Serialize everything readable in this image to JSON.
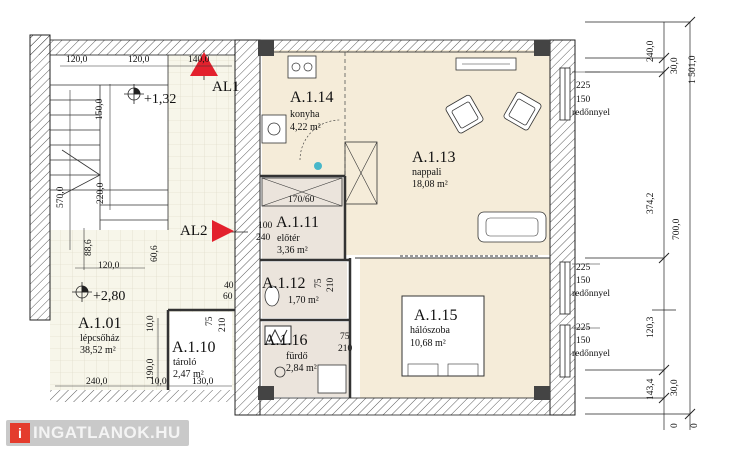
{
  "rooms": [
    {
      "code": "A.1.13",
      "name": "nappali",
      "area": "18,08 m²"
    },
    {
      "code": "A.1.14",
      "name": "konyha",
      "area": "4,22 m²"
    },
    {
      "code": "A.1.11",
      "name": "előtér",
      "area": "3,36 m²"
    },
    {
      "code": "A.1.12",
      "name": "",
      "area": "1,70 m²"
    },
    {
      "code": "A.1.15",
      "name": "hálószoba",
      "area": "10,68 m²"
    },
    {
      "code": "A.1.16",
      "name": "fürdő",
      "area": "2,84 m²"
    },
    {
      "code": "A.1.10",
      "name": "tároló",
      "area": "2,47 m²"
    },
    {
      "code": "A.1.01",
      "name": "lépcsőház",
      "area": "38,52 m²"
    }
  ],
  "sections": {
    "al1": "AL1",
    "al2": "AL2"
  },
  "levels": {
    "upper": "+1,32",
    "lower": "+2,80"
  },
  "windows": {
    "w1": {
      "h1": "225",
      "h2": "150",
      "note": "redőnnyel"
    },
    "w2": {
      "h1": "225",
      "h2": "150",
      "note": "redőnnyel"
    },
    "w3": {
      "h1": "225",
      "h2": "150",
      "note": "redőnnyel"
    }
  },
  "dims": {
    "top_left": "120,0",
    "top_mid": "120,0",
    "top_right": "140,0",
    "v150": "150,0",
    "v220": "220,0",
    "v570": "570,0",
    "d886": "88,6",
    "d606": "60,6",
    "d1200": "120,0",
    "door1": "100",
    "door1b": "240",
    "d17060": "170/60",
    "d75a": "75",
    "d210a": "210",
    "d40": "40",
    "d60": "60",
    "d75b": "75",
    "d210b": "210",
    "d75c": "75",
    "d210c": "210",
    "d100": "10,0",
    "d190": "190,0",
    "b240": "240,0",
    "b100": "10,0",
    "b130": "130,0"
  },
  "ruler_a": [
    "240,0",
    "30,0",
    "374,2",
    "120,3",
    "143,4",
    "30,0",
    "0"
  ],
  "ruler_b": [
    "1 501,0",
    "700,0",
    "0"
  ],
  "logo": {
    "mark": "i",
    "text": "INGATLANOK.HU"
  }
}
